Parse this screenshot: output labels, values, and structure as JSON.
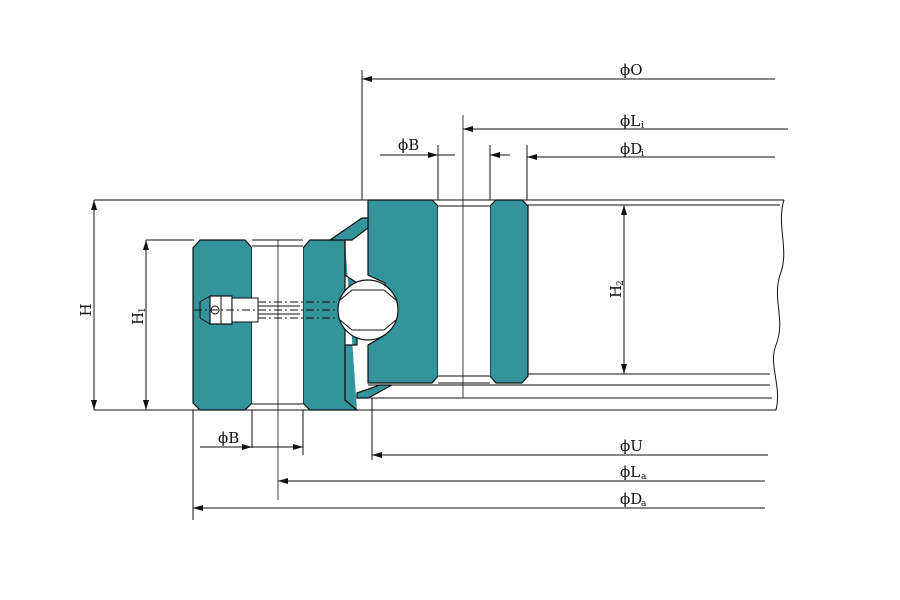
{
  "colors": {
    "ring": "#33959b",
    "line": "#111111",
    "background": "#ffffff"
  },
  "labels": {
    "O": {
      "sym": "ϕO",
      "sub": ""
    },
    "Li": {
      "sym": "ϕL",
      "sub": "i"
    },
    "Di": {
      "sym": "ϕD",
      "sub": "i"
    },
    "B_top": {
      "sym": "ϕB",
      "sub": ""
    },
    "H": {
      "sym": "H",
      "sub": ""
    },
    "H1": {
      "sym": "H",
      "sub": "1"
    },
    "H2": {
      "sym": "H",
      "sub": "2"
    },
    "B_bottom": {
      "sym": "ϕB",
      "sub": ""
    },
    "U": {
      "sym": "ϕU",
      "sub": ""
    },
    "La": {
      "sym": "ϕL",
      "sub": "a"
    },
    "Da": {
      "sym": "ϕD",
      "sub": "a"
    }
  }
}
